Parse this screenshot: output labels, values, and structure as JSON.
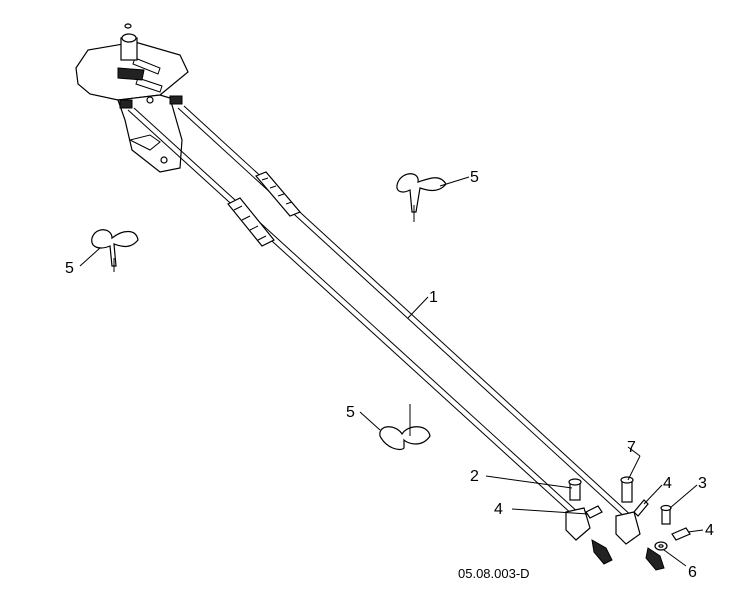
{
  "diagram": {
    "callouts": [
      "1",
      "2",
      "3",
      "4",
      "4",
      "4",
      "5",
      "5",
      "5",
      "6",
      "7"
    ],
    "drawing_code": "05.08.003-D"
  }
}
